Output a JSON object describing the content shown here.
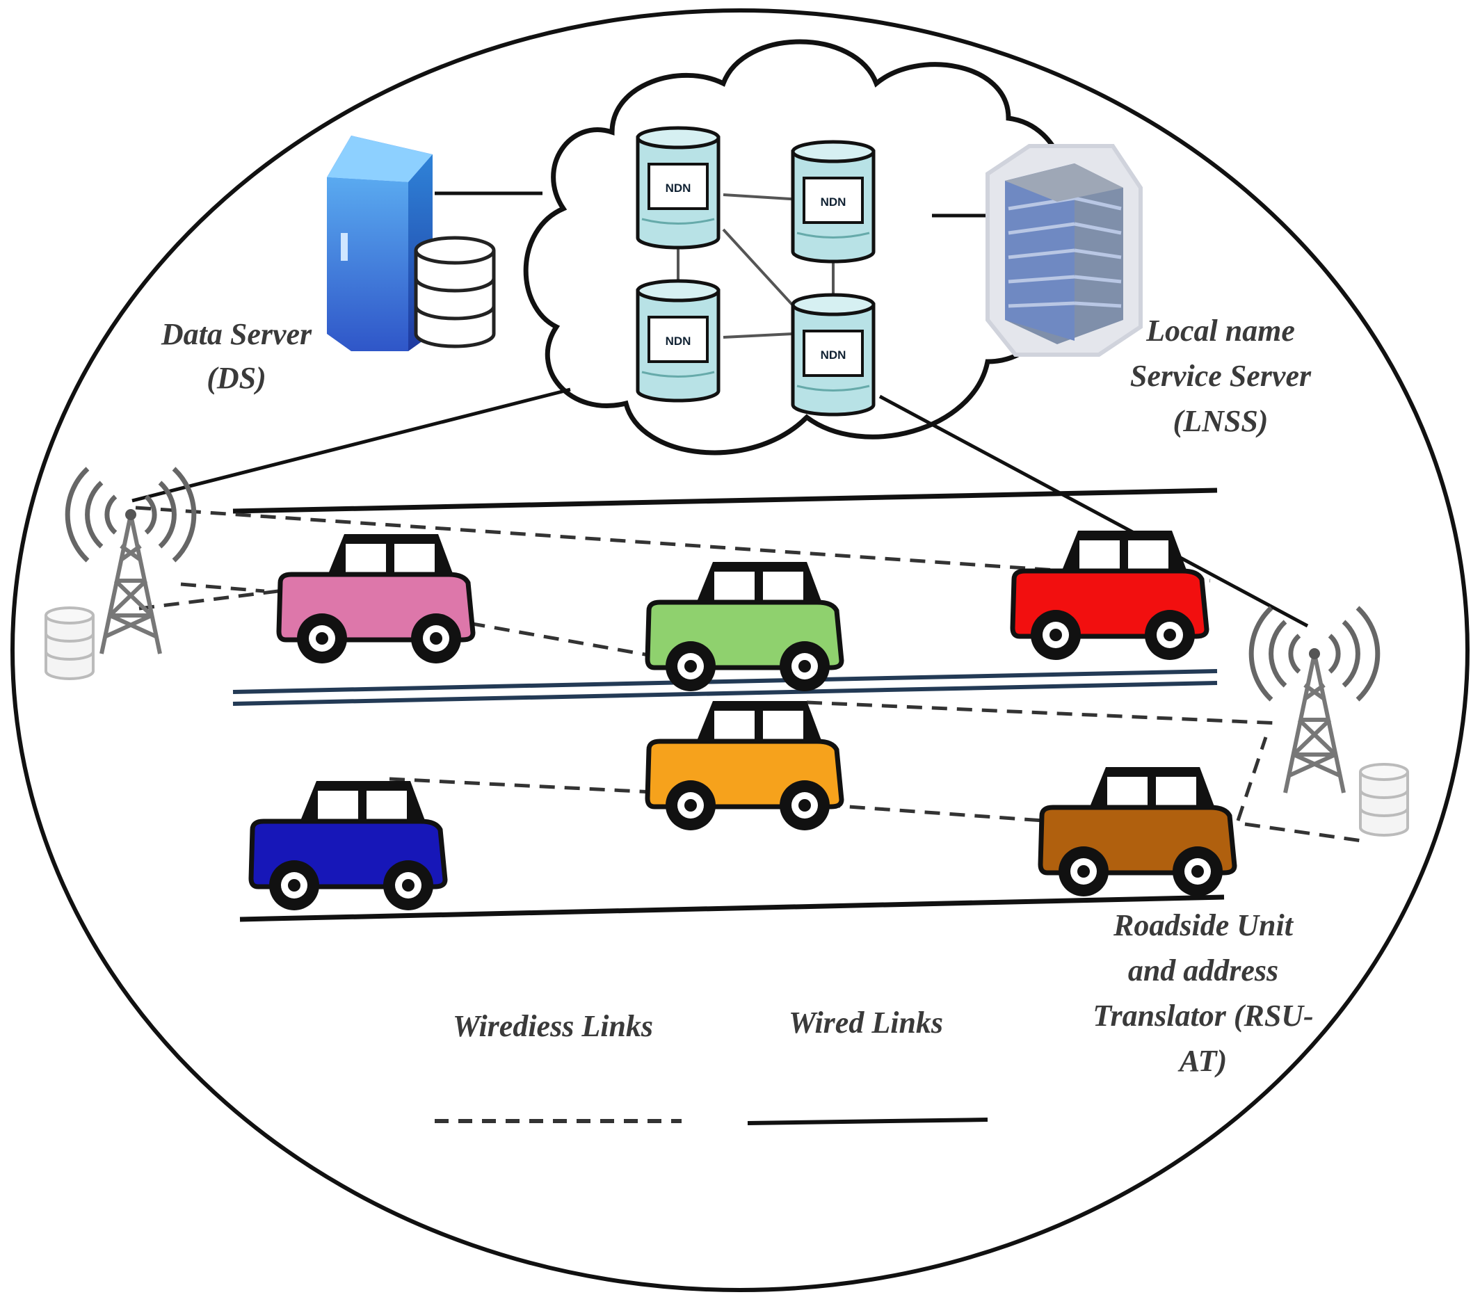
{
  "nodes": {
    "ndn_label": "NDN",
    "data_server": {
      "line1": "Data Server",
      "line2": "(DS)"
    },
    "lnss": {
      "line1": "Local  name",
      "line2": "Service Server",
      "line3": "(LNSS)"
    },
    "rsu": {
      "line1": "Roadside Unit",
      "line2": "and address",
      "line3": "Translator (RSU-",
      "line4": "AT)"
    }
  },
  "legend": {
    "wireless": "Wirediess Links",
    "wired": "Wired Links"
  },
  "colors": {
    "car_pink": "#dd77aa",
    "car_green": "#8fd16e",
    "car_red": "#f20f0f",
    "car_orange": "#f6a21c",
    "car_blue": "#1717b8",
    "car_brown": "#b0600e",
    "ndn_node": "#b8e2e6",
    "divider": "#233a55"
  },
  "icons": {
    "data_server": "server-tower-icon",
    "database": "database-icon",
    "lnss": "server-rack-icon",
    "rsu": "radio-tower-icon",
    "cloud": "cloud-icon",
    "car": "car-icon"
  }
}
